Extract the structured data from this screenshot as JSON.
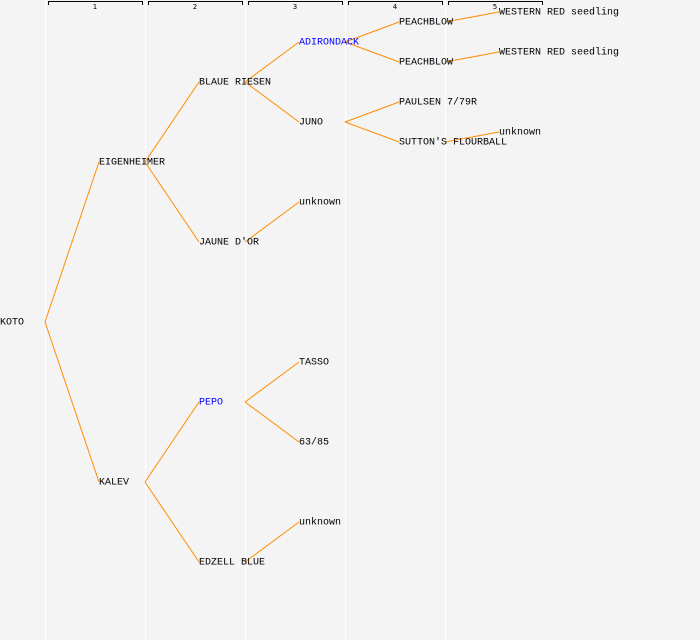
{
  "colors": {
    "background": "#f4f4f4",
    "link": "#ff8c00",
    "text": "#000000",
    "highlight": "#0000ff",
    "column_divider": "#ffffff"
  },
  "generations": [
    "1",
    "2",
    "3",
    "4",
    "5"
  ],
  "tree": {
    "name": "KOTO",
    "highlight": false,
    "parents": [
      {
        "name": "EIGENHEIMER",
        "highlight": false,
        "parents": [
          {
            "name": "BLAUE RIESEN",
            "highlight": false,
            "parents": [
              {
                "name": "ADIRONDACK",
                "highlight": true,
                "parents": [
                  {
                    "name": "PEACHBLOW",
                    "highlight": false,
                    "parents": [
                      {
                        "name": "WESTERN RED seedling",
                        "highlight": false,
                        "parents": []
                      }
                    ]
                  },
                  {
                    "name": "PEACHBLOW",
                    "highlight": false,
                    "parents": [
                      {
                        "name": "WESTERN RED seedling",
                        "highlight": false,
                        "parents": []
                      }
                    ]
                  }
                ]
              },
              {
                "name": "JUNO",
                "highlight": false,
                "parents": [
                  {
                    "name": "PAULSEN 7/79R",
                    "highlight": false,
                    "parents": []
                  },
                  {
                    "name": "SUTTON'S FLOURBALL",
                    "highlight": false,
                    "parents": [
                      {
                        "name": "unknown",
                        "highlight": false,
                        "parents": []
                      }
                    ]
                  }
                ]
              }
            ]
          },
          {
            "name": "JAUNE D'OR",
            "highlight": false,
            "parents": [
              {
                "name": "unknown",
                "highlight": false,
                "parents": []
              }
            ]
          }
        ]
      },
      {
        "name": "KALEV",
        "highlight": false,
        "parents": [
          {
            "name": "PEPO",
            "highlight": true,
            "parents": [
              {
                "name": "TASSO",
                "highlight": false,
                "parents": []
              },
              {
                "name": "63/85",
                "highlight": false,
                "parents": []
              }
            ]
          },
          {
            "name": "EDZELL BLUE",
            "highlight": false,
            "parents": [
              {
                "name": "unknown",
                "highlight": false,
                "parents": []
              }
            ]
          }
        ]
      }
    ]
  }
}
